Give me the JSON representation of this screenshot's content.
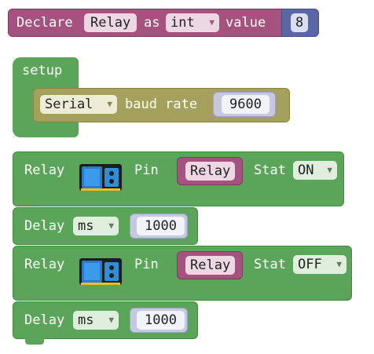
{
  "declare": {
    "prefix": "Declare",
    "name": "Relay",
    "as": "as",
    "type": "int",
    "value_label": "value",
    "value": "8"
  },
  "setup": {
    "label": "setup",
    "serial": {
      "port": "Serial",
      "label": "baud rate",
      "baud": "9600"
    }
  },
  "loop": [
    {
      "kind": "relay",
      "label": "Relay",
      "pin_label": "Pin",
      "pin_value": "Relay",
      "stat_label": "Stat",
      "stat_value": "ON"
    },
    {
      "kind": "delay",
      "label": "Delay",
      "unit": "ms",
      "value": "1000"
    },
    {
      "kind": "relay",
      "label": "Relay",
      "pin_label": "Pin",
      "pin_value": "Relay",
      "stat_label": "Stat",
      "stat_value": "OFF"
    },
    {
      "kind": "delay",
      "label": "Delay",
      "unit": "ms",
      "value": "1000"
    }
  ],
  "colors": {
    "variable": "#a5527e",
    "control": "#5ba55b",
    "serial": "#a3a15c",
    "math": "#5b67a5"
  },
  "icons": {
    "relay_module": "relay-module-icon",
    "dropdown": "dropdown-arrow-icon"
  }
}
